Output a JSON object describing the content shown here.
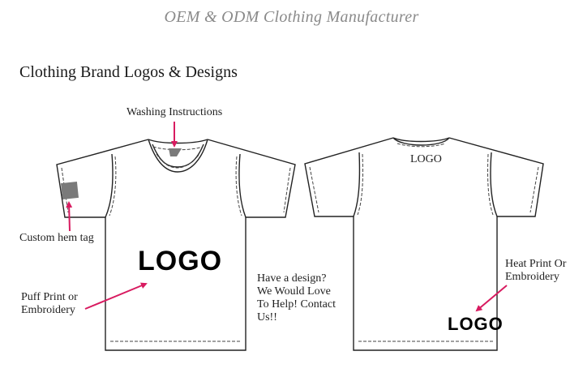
{
  "header": {
    "title": "OEM & ODM Clothing Manufacturer"
  },
  "section": {
    "title": "Clothing Brand Logos & Designs"
  },
  "front_shirt": {
    "callouts": {
      "washing_instructions": "Washing Instructions",
      "custom_hem_tag": "Custom hem tag",
      "puff_print_line1": "Puff Print or",
      "puff_print_line2": "Embroidery"
    },
    "logo_text": "LOGO",
    "promo": {
      "line1": "Have a design?",
      "line2": "We Would Love",
      "line3": "To Help! Contact",
      "line4": "Us!!"
    }
  },
  "back_shirt": {
    "neck_logo_text": "LOGO",
    "hem_logo_text": "LOGO",
    "callouts": {
      "heat_print_line1": "Heat Print Or",
      "heat_print_line2": "Embroidery"
    }
  },
  "colors": {
    "arrow": "#d81b60",
    "tag_gray": "#7a7a7a",
    "outline": "#222222",
    "header_gray": "#8a8a8a"
  }
}
